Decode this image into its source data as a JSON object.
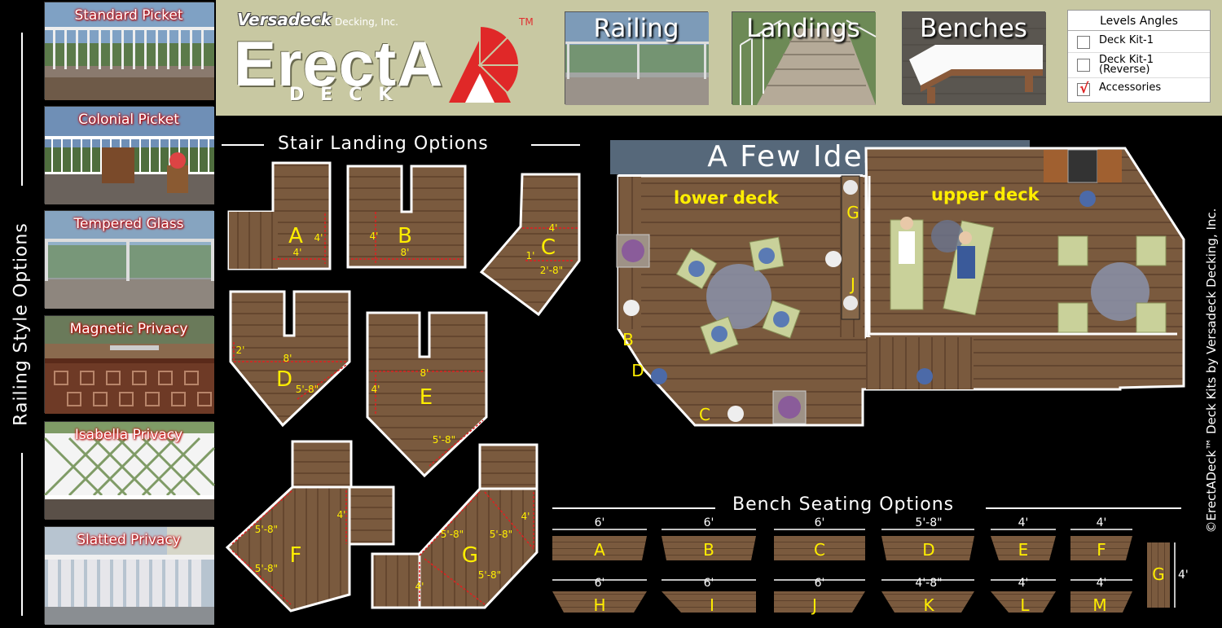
{
  "sidebar": {
    "vertical_label": "Railing  Style Options",
    "items": [
      {
        "label": "Standard Picket"
      },
      {
        "label": "Colonial Picket"
      },
      {
        "label": "Tempered Glass"
      },
      {
        "label": "Magnetic Privacy"
      },
      {
        "label": "Isabella Privacy"
      },
      {
        "label": "Slatted Privacy"
      }
    ]
  },
  "header": {
    "brand": "Versadeck",
    "company": "Decking, Inc.",
    "logo_main": "ErectA",
    "logo_sub": "DECK",
    "tm": "TM",
    "tabs": [
      {
        "label": "Railing"
      },
      {
        "label": "Landings"
      },
      {
        "label": "Benches"
      }
    ]
  },
  "levels": {
    "title": "Levels Angles",
    "options": [
      {
        "label": "Deck Kit-1",
        "checked": false
      },
      {
        "label": "Deck Kit-1 (Reverse)",
        "checked": false
      },
      {
        "label": "Accessories",
        "checked": true
      }
    ],
    "check_glyph": "√"
  },
  "stair_section": {
    "title": "Stair Landing Options",
    "landings": [
      {
        "letter": "A",
        "dims": [
          "4'",
          "4'"
        ]
      },
      {
        "letter": "B",
        "dims": [
          "4'",
          "8'"
        ]
      },
      {
        "letter": "C",
        "dims": [
          "4'",
          "1'",
          "2'-8\""
        ]
      },
      {
        "letter": "D",
        "dims": [
          "2'",
          "8'",
          "5'-8\""
        ]
      },
      {
        "letter": "E",
        "dims": [
          "8'",
          "4'",
          "5'-8\""
        ]
      },
      {
        "letter": "F",
        "dims": [
          "5'-8\"",
          "5'-8\"",
          "4'"
        ]
      },
      {
        "letter": "G",
        "dims": [
          "5'-8\"",
          "5'-8\"",
          "4'",
          "5'-8\"",
          "4'"
        ]
      }
    ]
  },
  "ideas": {
    "title": "A Few Ideas...",
    "lower_deck": "lower deck",
    "upper_deck": "upper deck",
    "markers": [
      "G",
      "J",
      "B",
      "D",
      "C"
    ]
  },
  "bench_section": {
    "title": "Bench Seating Options",
    "row1": [
      {
        "letter": "A",
        "dim": "6'"
      },
      {
        "letter": "B",
        "dim": "6'"
      },
      {
        "letter": "C",
        "dim": "6'"
      },
      {
        "letter": "D",
        "dim": "5'-8\""
      },
      {
        "letter": "E",
        "dim": "4'"
      },
      {
        "letter": "F",
        "dim": "4'"
      }
    ],
    "row2": [
      {
        "letter": "H",
        "dim": "6'"
      },
      {
        "letter": "I",
        "dim": "6'"
      },
      {
        "letter": "J",
        "dim": "6'"
      },
      {
        "letter": "K",
        "dim": "4'-8\""
      },
      {
        "letter": "L",
        "dim": "4'"
      },
      {
        "letter": "M",
        "dim": "4'"
      }
    ],
    "g_bench": {
      "letter": "G",
      "dim": "4'"
    }
  },
  "copyright": "©ErectADeck™ Deck Kits by Versadeck Decking, Inc.",
  "colors": {
    "wood": "#7a5a3e",
    "rail": "#ffffff",
    "label": "#ffee00",
    "dimension": "#e02020",
    "header_bg": "#c8c8a2",
    "banner": "#56687a"
  }
}
